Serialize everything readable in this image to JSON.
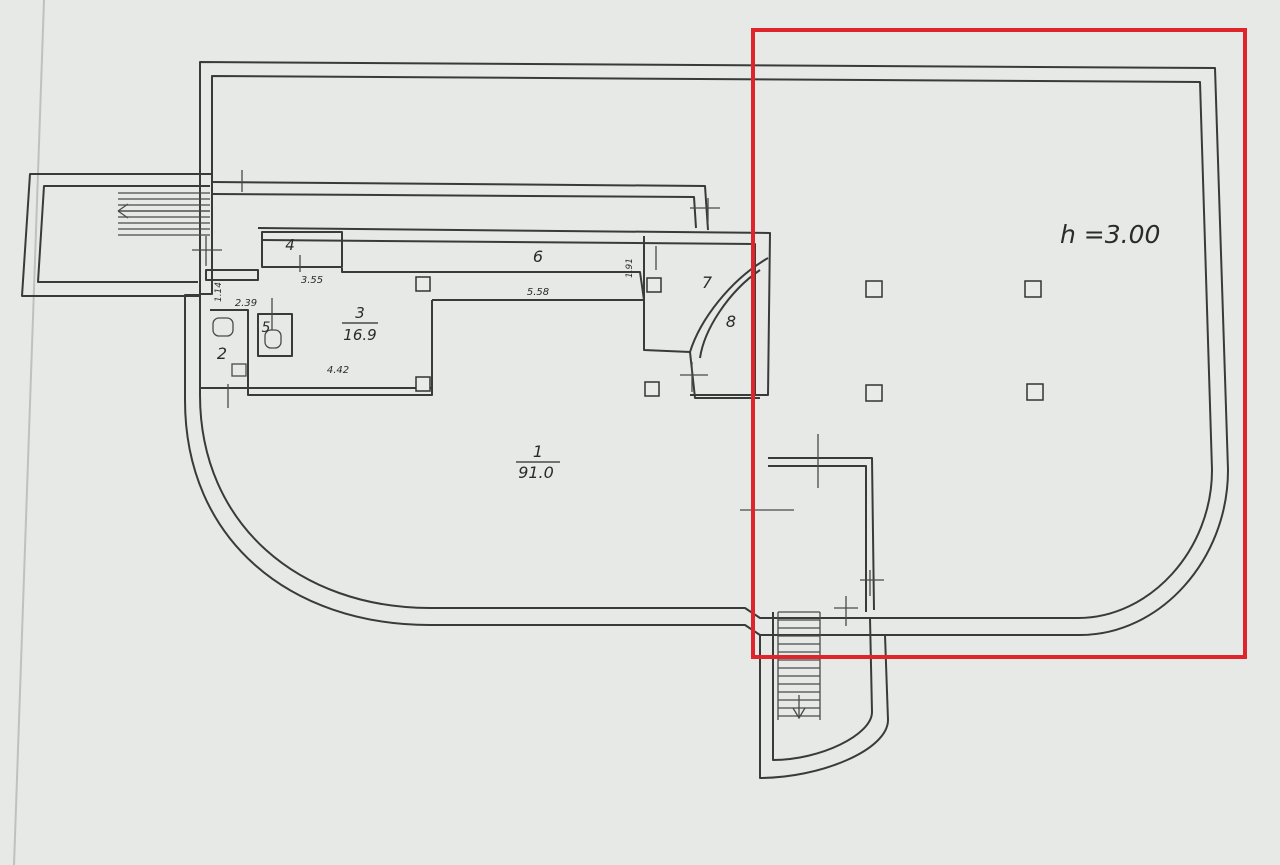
{
  "plan": {
    "height_note": "h =3.00",
    "rooms": [
      {
        "id": "room-1",
        "number": "1",
        "area": "91.0"
      },
      {
        "id": "room-2",
        "number": "2",
        "area": ""
      },
      {
        "id": "room-3",
        "number": "3",
        "area": "16.9"
      },
      {
        "id": "room-4",
        "number": "4",
        "area": ""
      },
      {
        "id": "room-5",
        "number": "5",
        "area": ""
      },
      {
        "id": "room-6",
        "number": "6",
        "area": ""
      },
      {
        "id": "room-7",
        "number": "7",
        "area": ""
      },
      {
        "id": "room-8",
        "number": "8",
        "area": ""
      }
    ],
    "dimensions": [
      "3.55",
      "5.58",
      "1.91",
      "2.39",
      "4.42",
      "1.14"
    ],
    "colors": {
      "paper": "#e7e9e6",
      "lines": "#3a3a3a",
      "highlight": "#e0242b"
    }
  }
}
